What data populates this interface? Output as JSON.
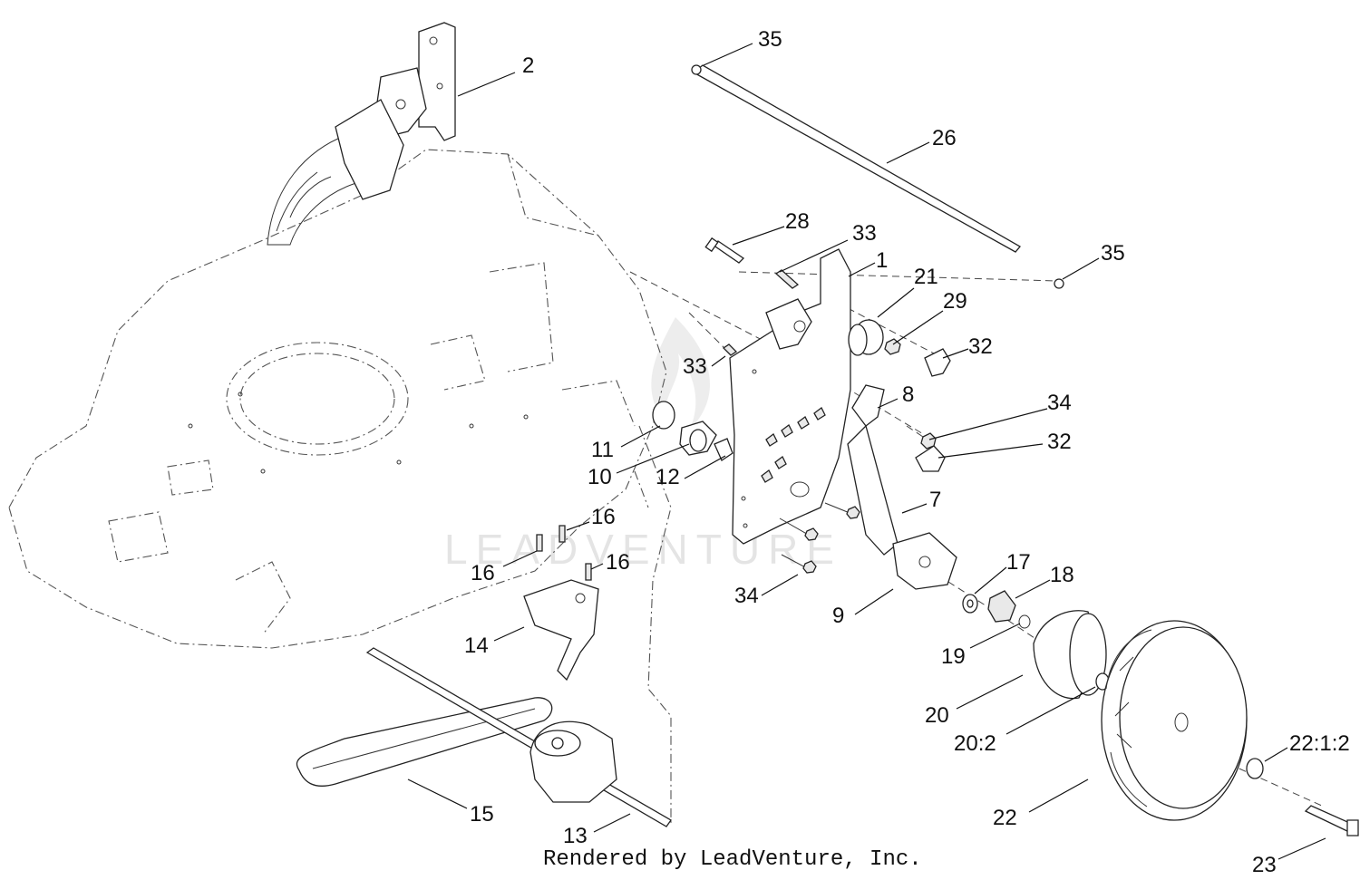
{
  "callouts": [
    {
      "label": "35"
    },
    {
      "label": "2"
    },
    {
      "label": "26"
    },
    {
      "label": "28"
    },
    {
      "label": "33"
    },
    {
      "label": "1"
    },
    {
      "label": "35"
    },
    {
      "label": "21"
    },
    {
      "label": "29"
    },
    {
      "label": "32"
    },
    {
      "label": "33"
    },
    {
      "label": "8"
    },
    {
      "label": "34"
    },
    {
      "label": "32"
    },
    {
      "label": "11"
    },
    {
      "label": "10"
    },
    {
      "label": "12"
    },
    {
      "label": "7"
    },
    {
      "label": "16"
    },
    {
      "label": "16"
    },
    {
      "label": "16"
    },
    {
      "label": "17"
    },
    {
      "label": "18"
    },
    {
      "label": "34"
    },
    {
      "label": "9"
    },
    {
      "label": "14"
    },
    {
      "label": "19"
    },
    {
      "label": "20"
    },
    {
      "label": "20:2"
    },
    {
      "label": "22:1:2"
    },
    {
      "label": "15"
    },
    {
      "label": "22"
    },
    {
      "label": "13"
    },
    {
      "label": "23"
    }
  ],
  "watermark": "LEADVENTURE",
  "footer": "Rendered by LeadVenture, Inc."
}
